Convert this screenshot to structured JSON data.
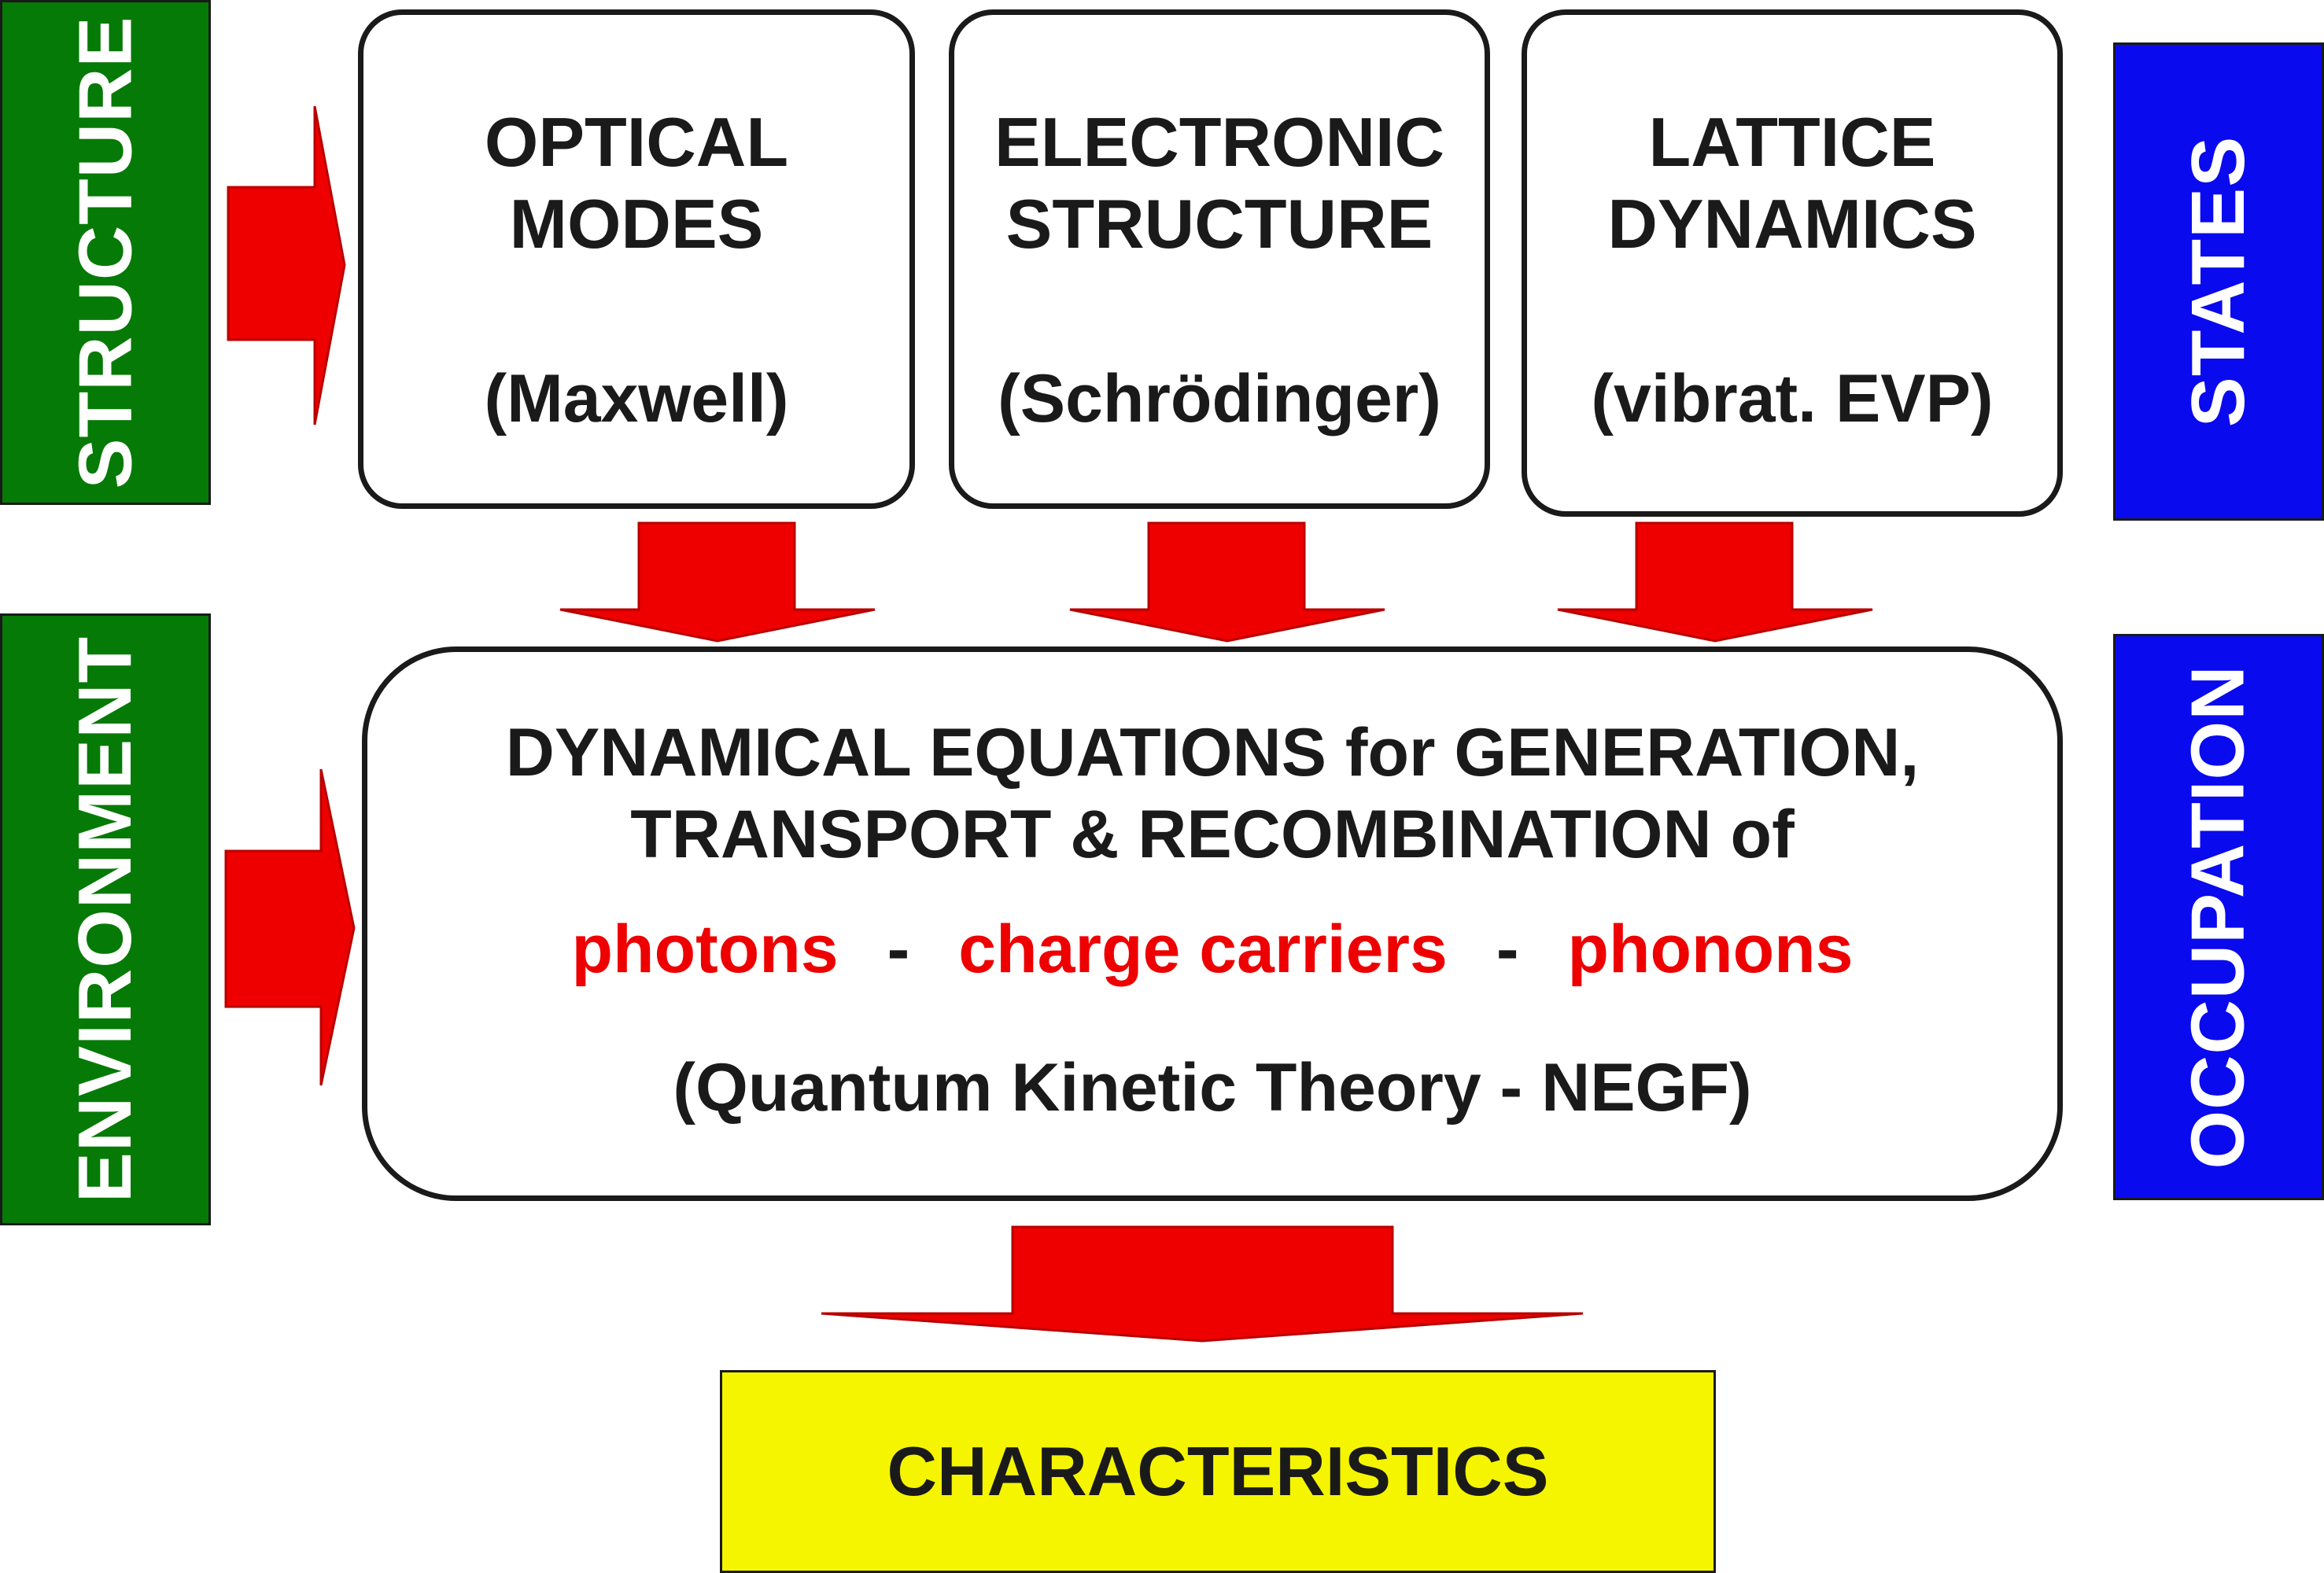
{
  "side_labels": {
    "structure": "STRUCTURE",
    "environment": "ENVIRONMENT",
    "states": "STATES",
    "occupation": "OCCUPATION"
  },
  "boxes": [
    {
      "title_line1": "OPTICAL",
      "title_line2": "MODES",
      "subtitle": "(Maxwell)"
    },
    {
      "title_line1": "ELECTRONIC",
      "title_line2": "STRUCTURE",
      "subtitle": "(Schrödinger)"
    },
    {
      "title_line1": "LATTICE",
      "title_line2": "DYNAMICS",
      "subtitle": "(vibrat. EVP)"
    }
  ],
  "central": {
    "line1": "DYNAMICAL EQUATIONS for GENERATION,",
    "line2": "TRANSPORT & RECOMBINATION of",
    "particles": [
      "photons",
      "charge carriers",
      "phonons"
    ],
    "separator": "-",
    "theory": "(Quantum Kinetic Theory - NEGF)"
  },
  "result": "CHARACTERISTICS",
  "colors": {
    "green_bar": "#067a06",
    "blue_bar": "#0a0aee",
    "arrow": "#ee0000",
    "result_box": "#f5f500",
    "particle_text": "#ee0000"
  }
}
